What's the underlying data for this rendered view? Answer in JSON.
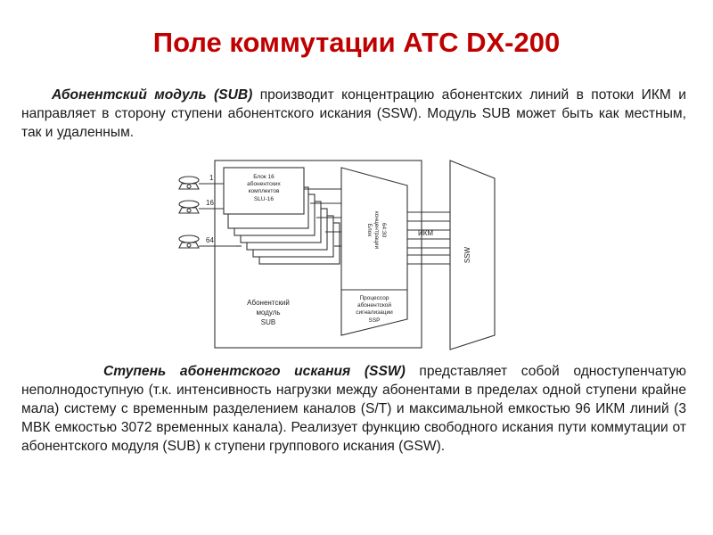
{
  "title": "Поле коммутации АТС DX-200",
  "paragraph1": {
    "term": "Абонентский модуль (SUB)",
    "text": " производит концентрацию абонентских линий в потоки ИКМ и направляет в сторону ступени абонентского искания (SSW). Модуль SUB может быть как местным, так и удаленным."
  },
  "paragraph2": {
    "term": "Ступень абонентского искания (SSW)",
    "text": " представляет собой одноступенчатую неполнодоступную (т.к. интенсивность нагрузки между абонентами в пределах одной ступени крайне мала) систему с временным разделением каналов (S/T) и максимальной емкостью 96 ИКМ линий (3 МВК емкостью 3072 временных канала). Реализует функцию свободного искания пути коммутации от абонентского модуля (SUB) к ступени группового искания (GSW)."
  },
  "diagram": {
    "line_labels": [
      "1",
      "16",
      "64"
    ],
    "slu_block": [
      "Блок 16",
      "абонентских",
      "комплектов",
      "SLU-16"
    ],
    "concentration_block": [
      "Блок",
      "концентрации",
      "64:30"
    ],
    "processor_block": [
      "Процессор",
      "абонентской",
      "сигнализации",
      "SSP"
    ],
    "module_label": [
      "Абонентский",
      "модуль",
      "SUB"
    ],
    "pcm_label": "ИКМ",
    "ssw_label": "SSW"
  }
}
